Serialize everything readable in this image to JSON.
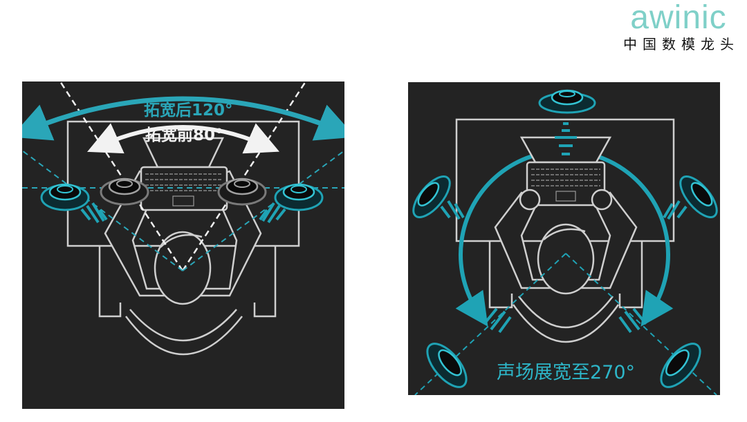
{
  "brand": {
    "logo_text": "awinic",
    "tagline": "中国数模龙头",
    "accent_color": "#7fd0c8"
  },
  "left_panel": {
    "title_after": "拓宽后120°",
    "title_before": "拓宽前80°",
    "after_angle_deg": 120,
    "before_angle_deg": 80,
    "arc_after_color": "#2aa6b8",
    "arc_before_color": "#f2f2f2",
    "speakers": [
      "speaker-outer-left",
      "speaker-inner-left",
      "speaker-inner-right",
      "speaker-outer-right"
    ]
  },
  "right_panel": {
    "title": "声场展宽至270°",
    "angle_deg": 270,
    "accent_color": "#2db6c8",
    "speakers": [
      "speaker-top",
      "speaker-left",
      "speaker-right",
      "speaker-bottom-left",
      "speaker-bottom-right"
    ]
  },
  "colors": {
    "panel_bg": "#232323",
    "line_art": "#cfcfcf",
    "teal": "#1fa3b5"
  }
}
